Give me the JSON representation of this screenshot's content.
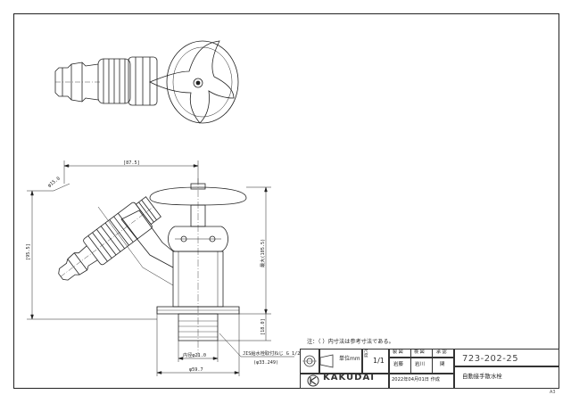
{
  "dimensions": {
    "width_top": "[87.5]",
    "hose_dia": "φ15.0",
    "height_left": "[95.5]",
    "height_right": "最大(105.5)",
    "base_height": "[18.0]",
    "thread_inner": "内径φ21.0",
    "thread_outer": "φ59.7",
    "jis_thread": "JIS給水栓取付ねじ G 1/2",
    "jis_sub": "(φ33.249)"
  },
  "notes": {
    "main": "注：（ ）内寸法は参考寸法である。"
  },
  "title_block": {
    "projection_label": "単位mm",
    "scale_label": "尺度",
    "scale_value": "1/1",
    "header_cells": [
      "製 図",
      "検 図",
      "承 認"
    ],
    "names": [
      "岩藤",
      "岩川",
      "関"
    ],
    "issued": "2022年04月01日 作成",
    "drawing_number": "723-202-25",
    "title": "自動接手散水栓",
    "brand": "KAKUDAI",
    "sheet_size": "A3"
  },
  "colors": {
    "line": "#222222",
    "text": "#222222",
    "background": "#ffffff"
  }
}
